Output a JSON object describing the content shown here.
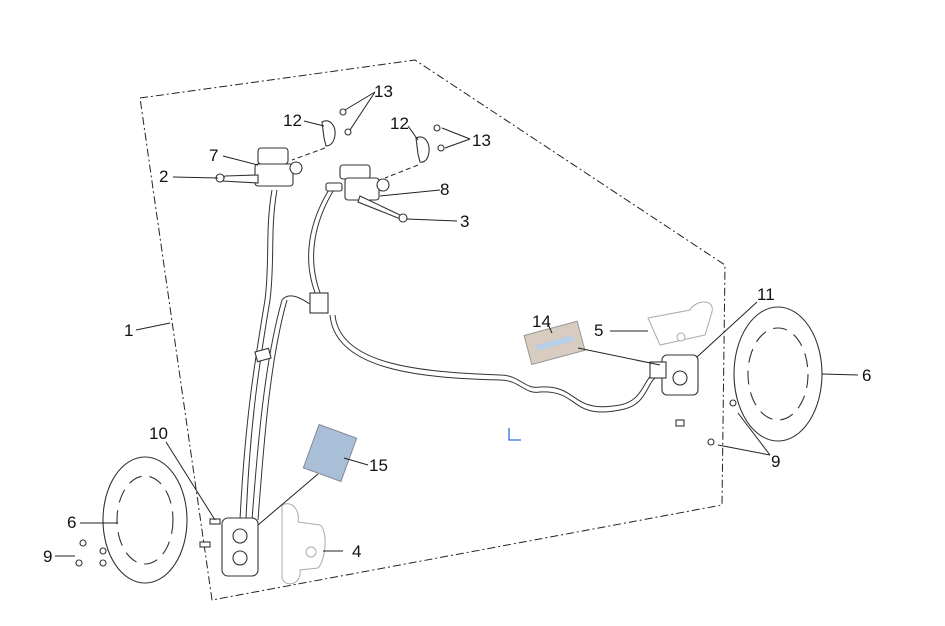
{
  "diagram": {
    "title": "Brake system exploded view",
    "callouts": [
      {
        "id": "1",
        "text": "1",
        "part": "brake-system-assembly"
      },
      {
        "id": "2",
        "text": "2",
        "part": "left-brake-lever"
      },
      {
        "id": "3",
        "text": "3",
        "part": "right-brake-lever"
      },
      {
        "id": "4",
        "text": "4",
        "part": "rear-brake-pad"
      },
      {
        "id": "5",
        "text": "5",
        "part": "front-brake-pad"
      },
      {
        "id": "6a",
        "text": "6",
        "part": "brake-disc-right"
      },
      {
        "id": "6b",
        "text": "6",
        "part": "brake-disc-left"
      },
      {
        "id": "7",
        "text": "7",
        "part": "left-master-cylinder"
      },
      {
        "id": "8",
        "text": "8",
        "part": "right-master-cylinder"
      },
      {
        "id": "9a",
        "text": "9",
        "part": "disc-bolts-right"
      },
      {
        "id": "9b",
        "text": "9",
        "part": "disc-bolts-left"
      },
      {
        "id": "10",
        "text": "10",
        "part": "rear-caliper"
      },
      {
        "id": "11",
        "text": "11",
        "part": "front-caliper"
      },
      {
        "id": "12a",
        "text": "12",
        "part": "clamp-left"
      },
      {
        "id": "12b",
        "text": "12",
        "part": "clamp-right"
      },
      {
        "id": "13a",
        "text": "13",
        "part": "clamp-bolts-left"
      },
      {
        "id": "13b",
        "text": "13",
        "part": "clamp-bolts-right"
      },
      {
        "id": "14",
        "text": "14",
        "part": "front-pad-spring"
      },
      {
        "id": "15",
        "text": "15",
        "part": "rear-pad-spring"
      }
    ]
  }
}
